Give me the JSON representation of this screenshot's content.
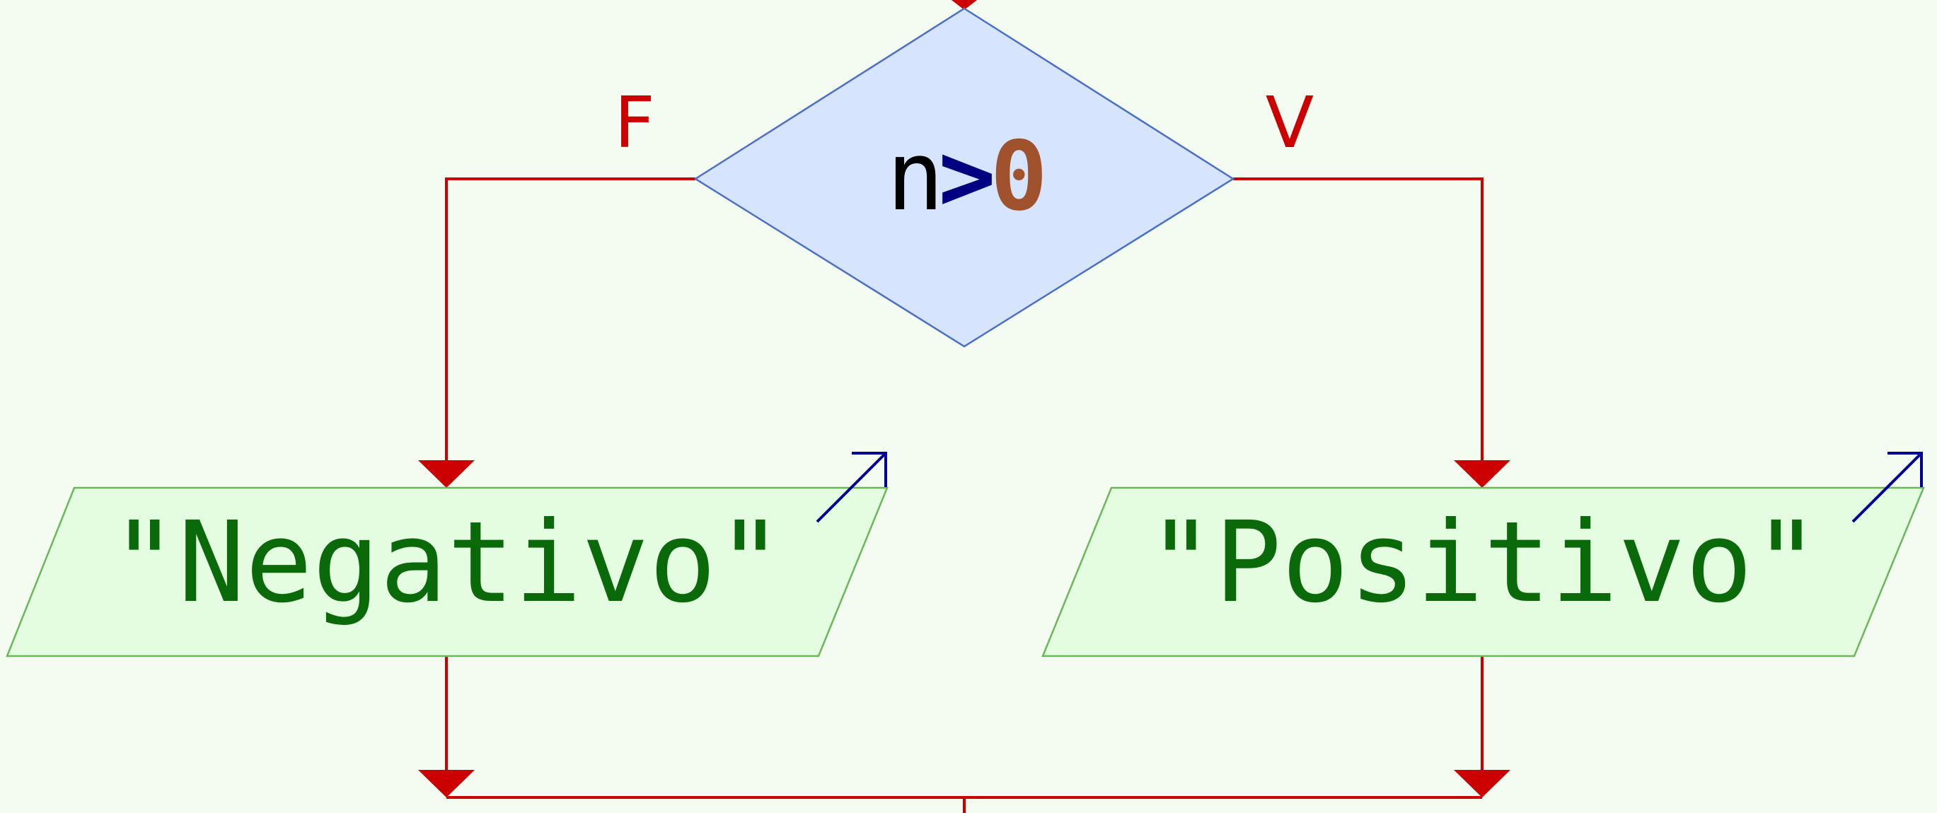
{
  "decision": {
    "var": "n",
    "op": ">",
    "num": "0"
  },
  "branches": {
    "false_label": "F",
    "true_label": "V"
  },
  "outputs": {
    "left": "\"Negativo\"",
    "right": "\"Positivo\""
  },
  "colors": {
    "background": "#f4fbf0",
    "flow_line": "#cc0000",
    "decision_fill": "#d6e4fd",
    "decision_stroke": "#4a6fc9",
    "output_fill": "#e4fde0",
    "output_stroke": "#6ab85a",
    "output_text": "#0a6a0a",
    "var_text": "#000000",
    "operator_text": "#000080",
    "number_text": "#a0522d",
    "io_arrow": "#000099"
  }
}
